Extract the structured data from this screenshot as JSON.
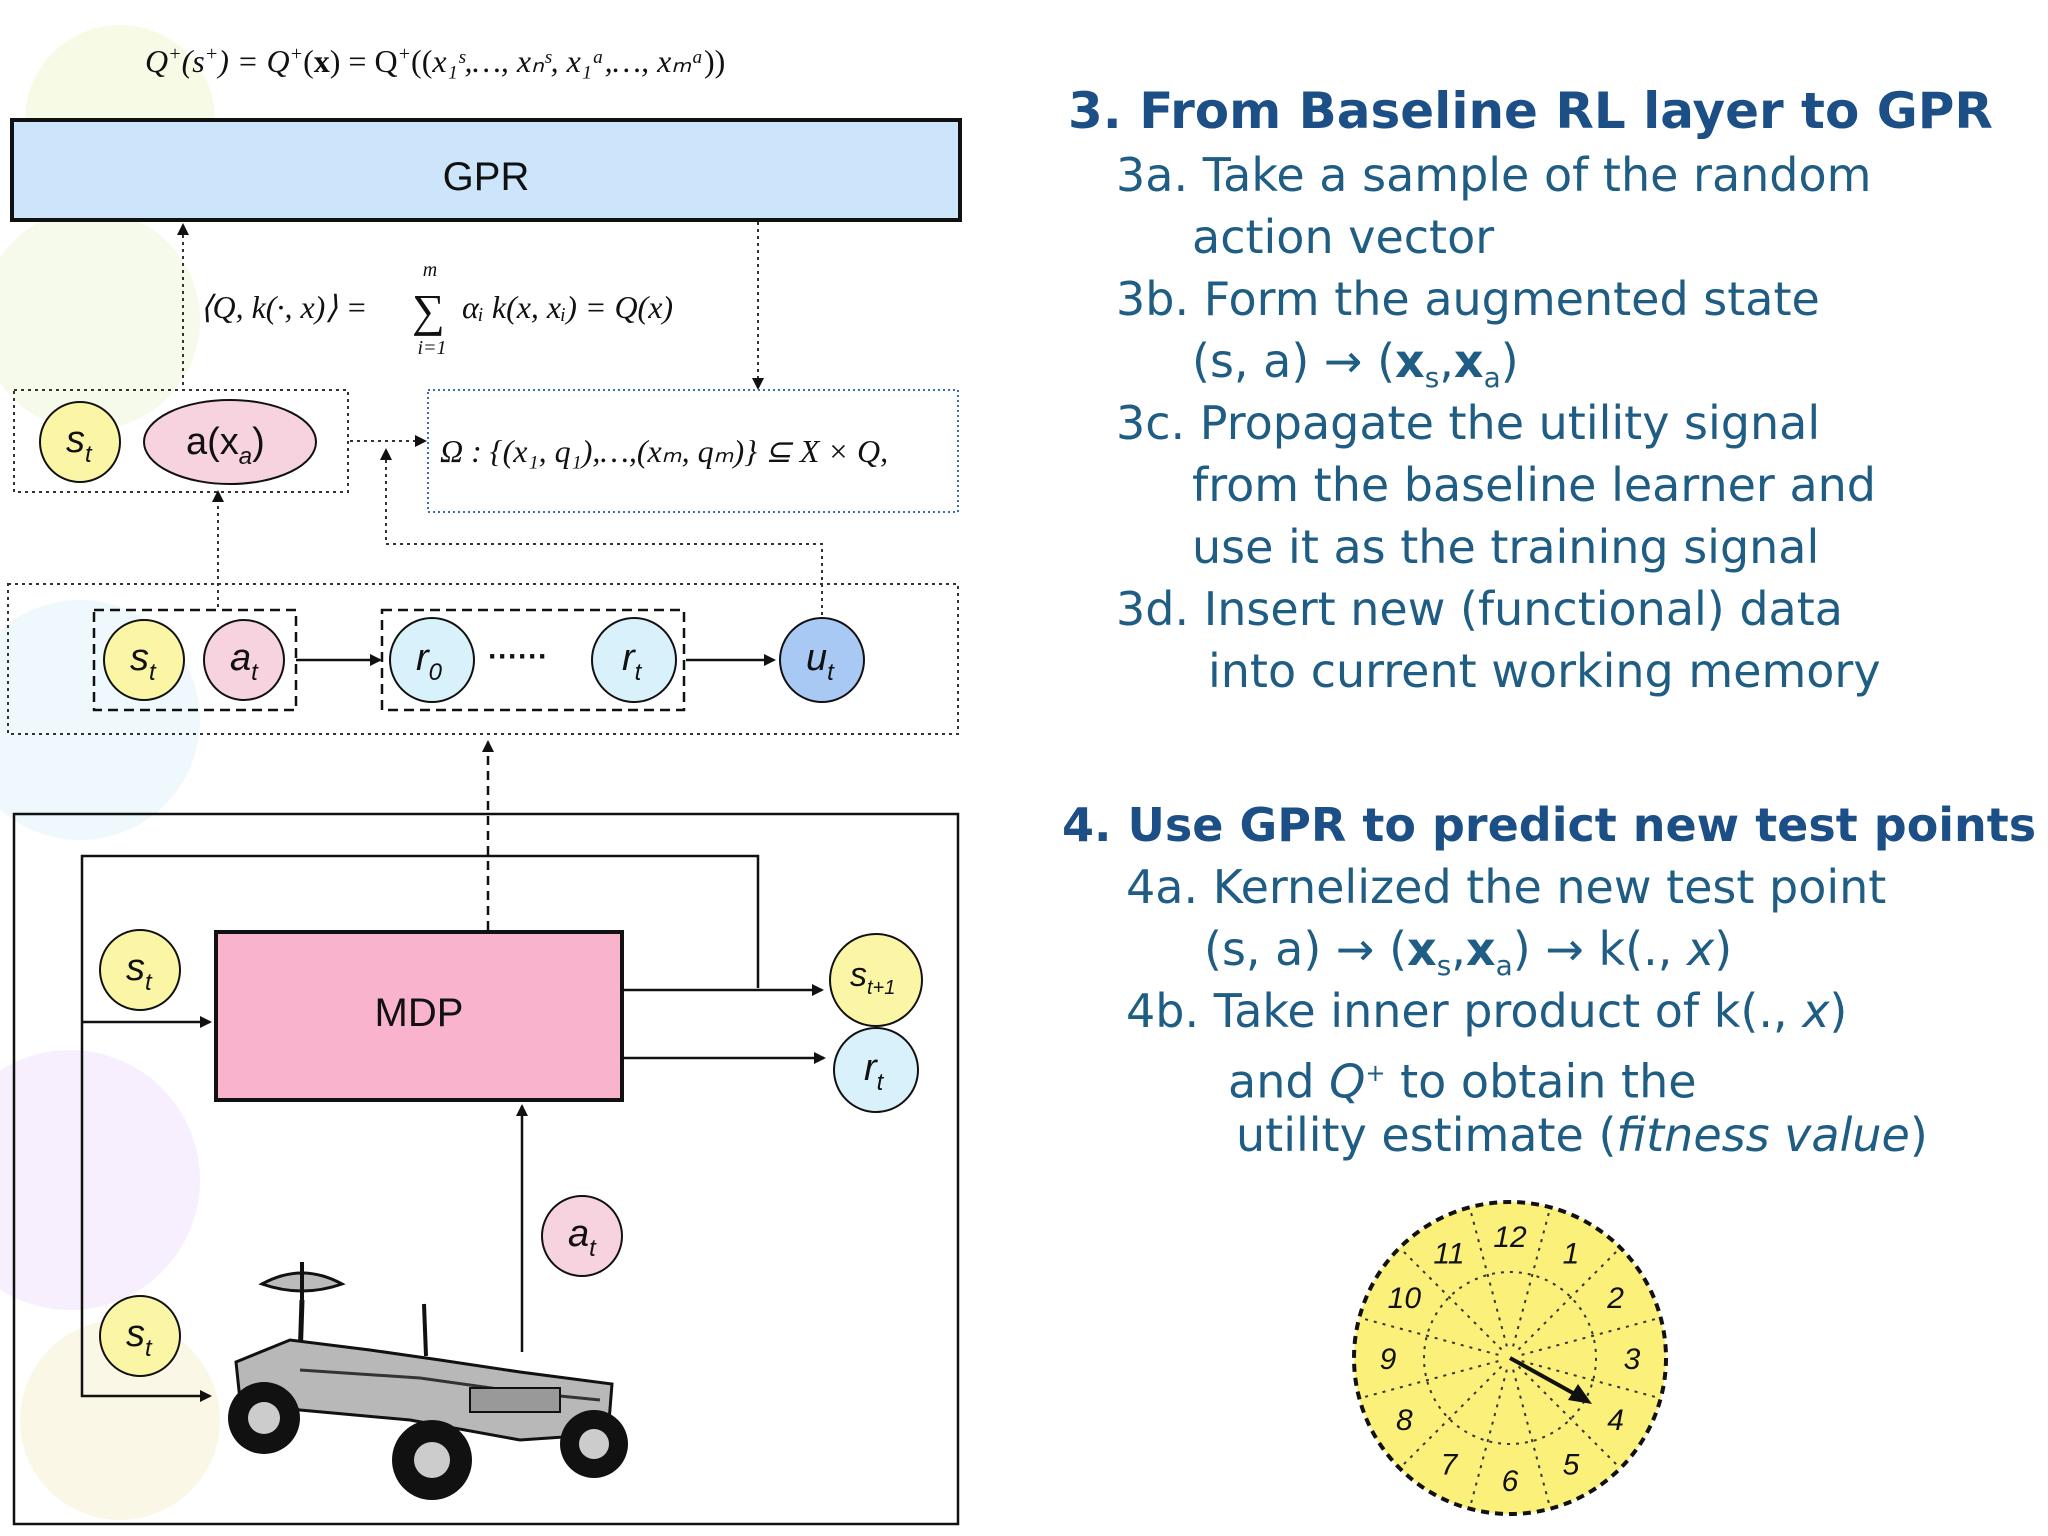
{
  "formula_top": {
    "prefix": "Q",
    "middle": "(s",
    "rest": ") = Q",
    "x": "x",
    "tail": ") = Q",
    "args": "x₁ˢ,…, xₙˢ, x₁ᵃ,…, xₘᵃ"
  },
  "gpr_label": "GPR",
  "formula_mid": {
    "lhs": "⟨Q, k(·, x)⟩ =",
    "sum_upper": "m",
    "sum_lower": "i=1",
    "rhs": "αᵢ k(x, xᵢ) = Q(x)"
  },
  "omega": "Ω : {(x₁, q₁),…,(xₘ, qₘ)} ⊆ X × Q,",
  "nodes": {
    "s_t": "s",
    "s_sub": "t",
    "a_xa": "a(x",
    "a_sub": "a",
    "a_t": "a",
    "r_0": "r",
    "r_0_sub": "0",
    "dots": "······",
    "r_t": "r",
    "u_t": "u",
    "s_next": "s",
    "s_next_sub": "t+1"
  },
  "mdp_label": "MDP",
  "steps": {
    "s3": "3. From Baseline RL layer to GPR",
    "s3a_1": "3a. Take a sample of the random",
    "s3a_2": "action vector",
    "s3b_1": "3b. Form the augmented state",
    "s3b_2a": "(s, a) → (",
    "s3b_xs": "x",
    "s3b_s": "s",
    "s3b_comma": ",",
    "s3b_xa": "x",
    "s3b_a": "a",
    "s3b_close": ")",
    "s3c_1": "3c. Propagate the utility signal",
    "s3c_2": "from the baseline learner and",
    "s3c_3": "use it as the training signal",
    "s3d_1": "3d. Insert new (functional) data",
    "s3d_2": "into current working memory",
    "s4": "4. Use GPR to predict new test points",
    "s4a_1": "4a. Kernelized the new test point",
    "s4a_2a": "(s, a) → (",
    "s4a_xs": "x",
    "s4a_s": "s",
    "s4a_comma": ",",
    "s4a_xa": "x",
    "s4a_a": "a",
    "s4a_2b": ") → k(., ",
    "s4a_x": "x",
    "s4a_2c": ")",
    "s4b_1a": "4b. Take inner product of k(., ",
    "s4b_x": "x",
    "s4b_1c": ")",
    "s4b_2a": "and ",
    "s4b_q": "Q",
    "s4b_plus": "+",
    "s4b_2b": " to obtain the",
    "s4b_3a": "utility estimate (",
    "s4b_3b": "fitness value",
    "s4b_3c": ")"
  },
  "clock": [
    "12",
    "1",
    "2",
    "3",
    "4",
    "5",
    "6",
    "7",
    "8",
    "9",
    "10",
    "11"
  ],
  "colors": {
    "gpr_fill": "#cce5fb",
    "mdp_fill": "#f9b3cd",
    "s_fill": "#fbf6a6",
    "a_fill": "#f6d3df",
    "r_fill": "#d8f1fb",
    "u_fill": "#a9c9f5",
    "text_blue": "#1f5d84",
    "clock_fill": "#fbf17a"
  },
  "icons": {
    "robot": "planetary-rover-icon",
    "clock": "clock-icon"
  }
}
